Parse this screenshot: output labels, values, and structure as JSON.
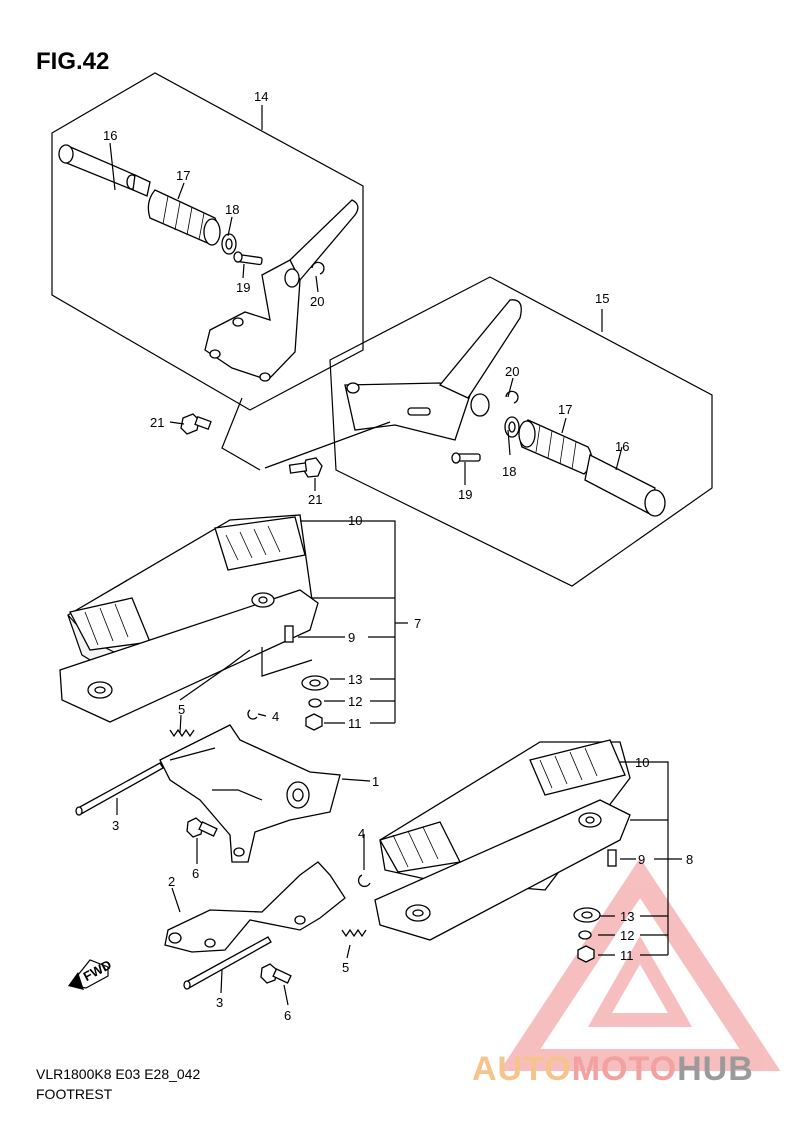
{
  "figure": {
    "title": "FIG.42",
    "code": "VLR1800K8 E03 E28_042",
    "name": "FOOTREST"
  },
  "direction_marker": "FWD",
  "callouts": {
    "c14": "14",
    "c16a": "16",
    "c17a": "17",
    "c18a": "18",
    "c19a": "19",
    "c20a": "20",
    "c21a": "21",
    "c15": "15",
    "c20b": "20",
    "c17b": "17",
    "c16b": "16",
    "c18b": "18",
    "c19b": "19",
    "c21b": "21",
    "c10a": "10",
    "c7": "7",
    "c9a": "9",
    "c13a": "13",
    "c12a": "12",
    "c11a": "11",
    "c5a": "5",
    "c4a": "4",
    "c1": "1",
    "c3a": "3",
    "c6a": "6",
    "c4b": "4",
    "c2": "2",
    "c5b": "5",
    "c3b": "3",
    "c6b": "6",
    "c10b": "10",
    "c9b": "9",
    "c8": "8",
    "c13b": "13",
    "c12b": "12",
    "c11b": "11"
  },
  "watermark": {
    "part1": "AUTO",
    "part2": "MOTO",
    "part3": "HUB",
    "colors": {
      "part1": "#f6c48a",
      "part2": "#f2a0a0",
      "part3": "#9a9a9a",
      "logo": "#f08a8a"
    }
  }
}
